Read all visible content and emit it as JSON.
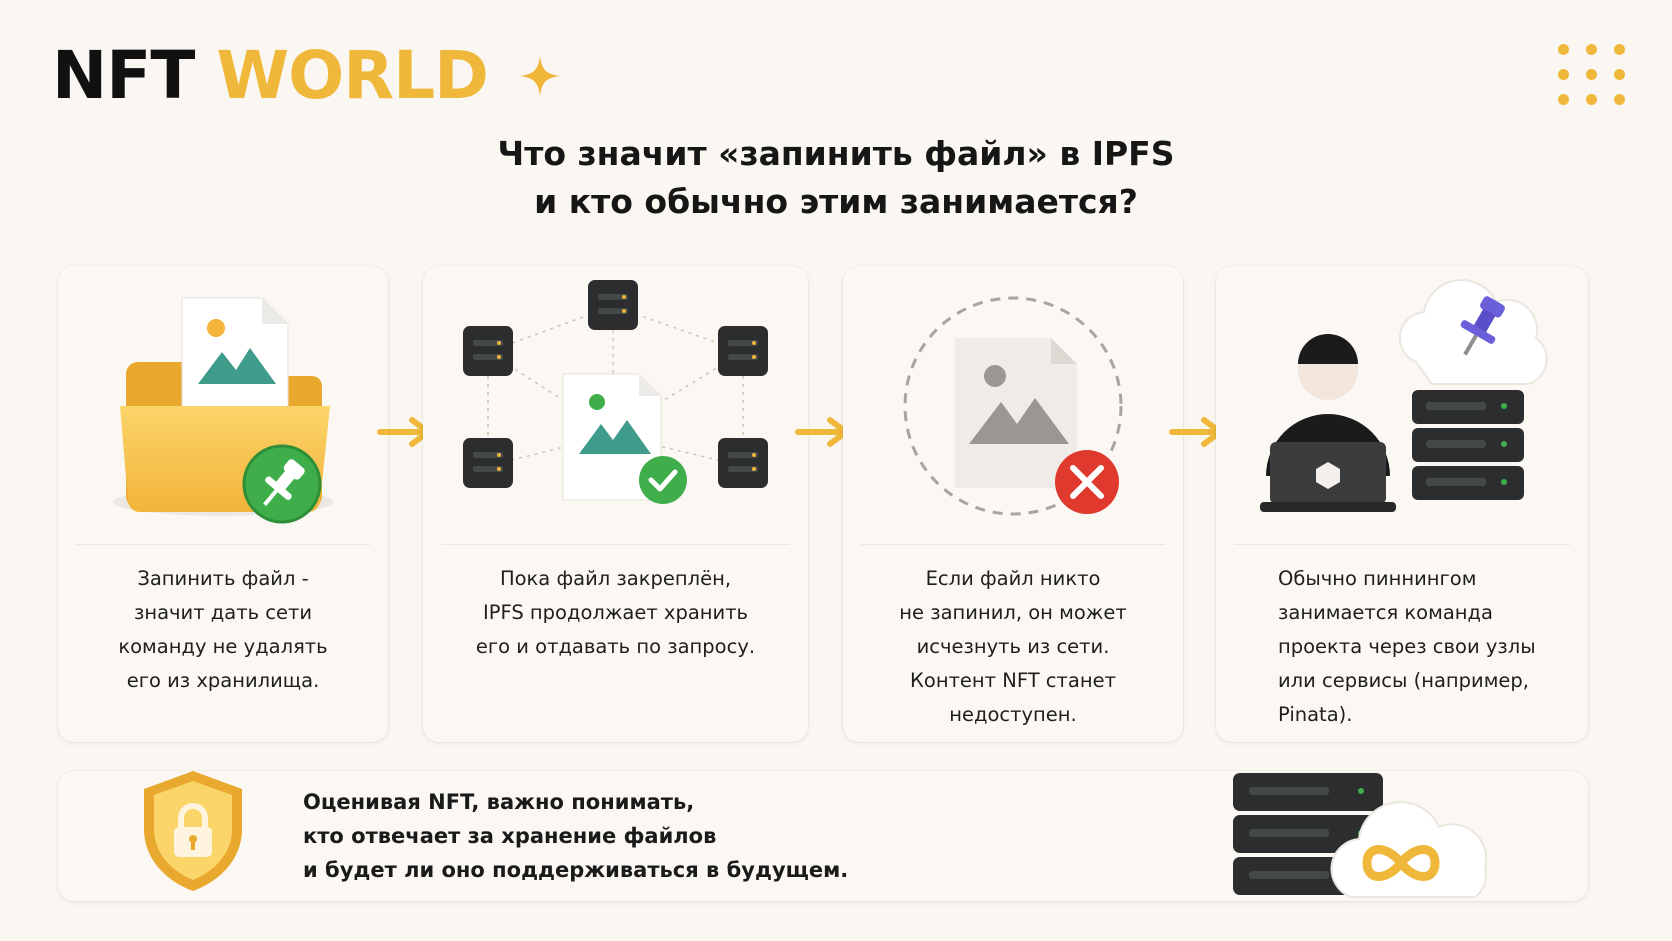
{
  "brand": {
    "word1": "NFT",
    "word2": "WORLD"
  },
  "title": {
    "line1": "Что значит «запинить файл» в IPFS",
    "line2": "и кто обычно этим занимается?"
  },
  "cards": [
    {
      "text": "Запинить файл -\nзначит дать сети\nкоманду не удалять\nего из хранилища."
    },
    {
      "text": "Пока файл закреплён,\nIPFS продолжает хранить\nего и отдавать по запросу."
    },
    {
      "text": "Если файл никто\nне запинил, он может\nисчезнуть из сети.\nКонтент NFT станет\nнедоступен."
    },
    {
      "text": "Обычно пиннингом\nзанимается команда\nпроекта через свои узлы\nили сервисы (например,\nPinata)."
    }
  ],
  "note": {
    "text": "Оценивая NFT, важно понимать,\nкто отвечает за хранение файлов\nи будет ли оно поддерживаться в будущем."
  },
  "colors": {
    "accent": "#f0b83a",
    "success": "#3fae4a",
    "error": "#e03a2f",
    "pin": "#6a5fd8"
  },
  "icons": [
    "sparkle-icon",
    "dots-grid-icon",
    "folder-icon",
    "image-file-icon",
    "pin-icon",
    "server-node-icon",
    "check-icon",
    "close-icon",
    "user-icon",
    "laptop-icon",
    "cloud-icon",
    "shield-lock-icon",
    "infinity-icon",
    "arrow-right-icon"
  ]
}
